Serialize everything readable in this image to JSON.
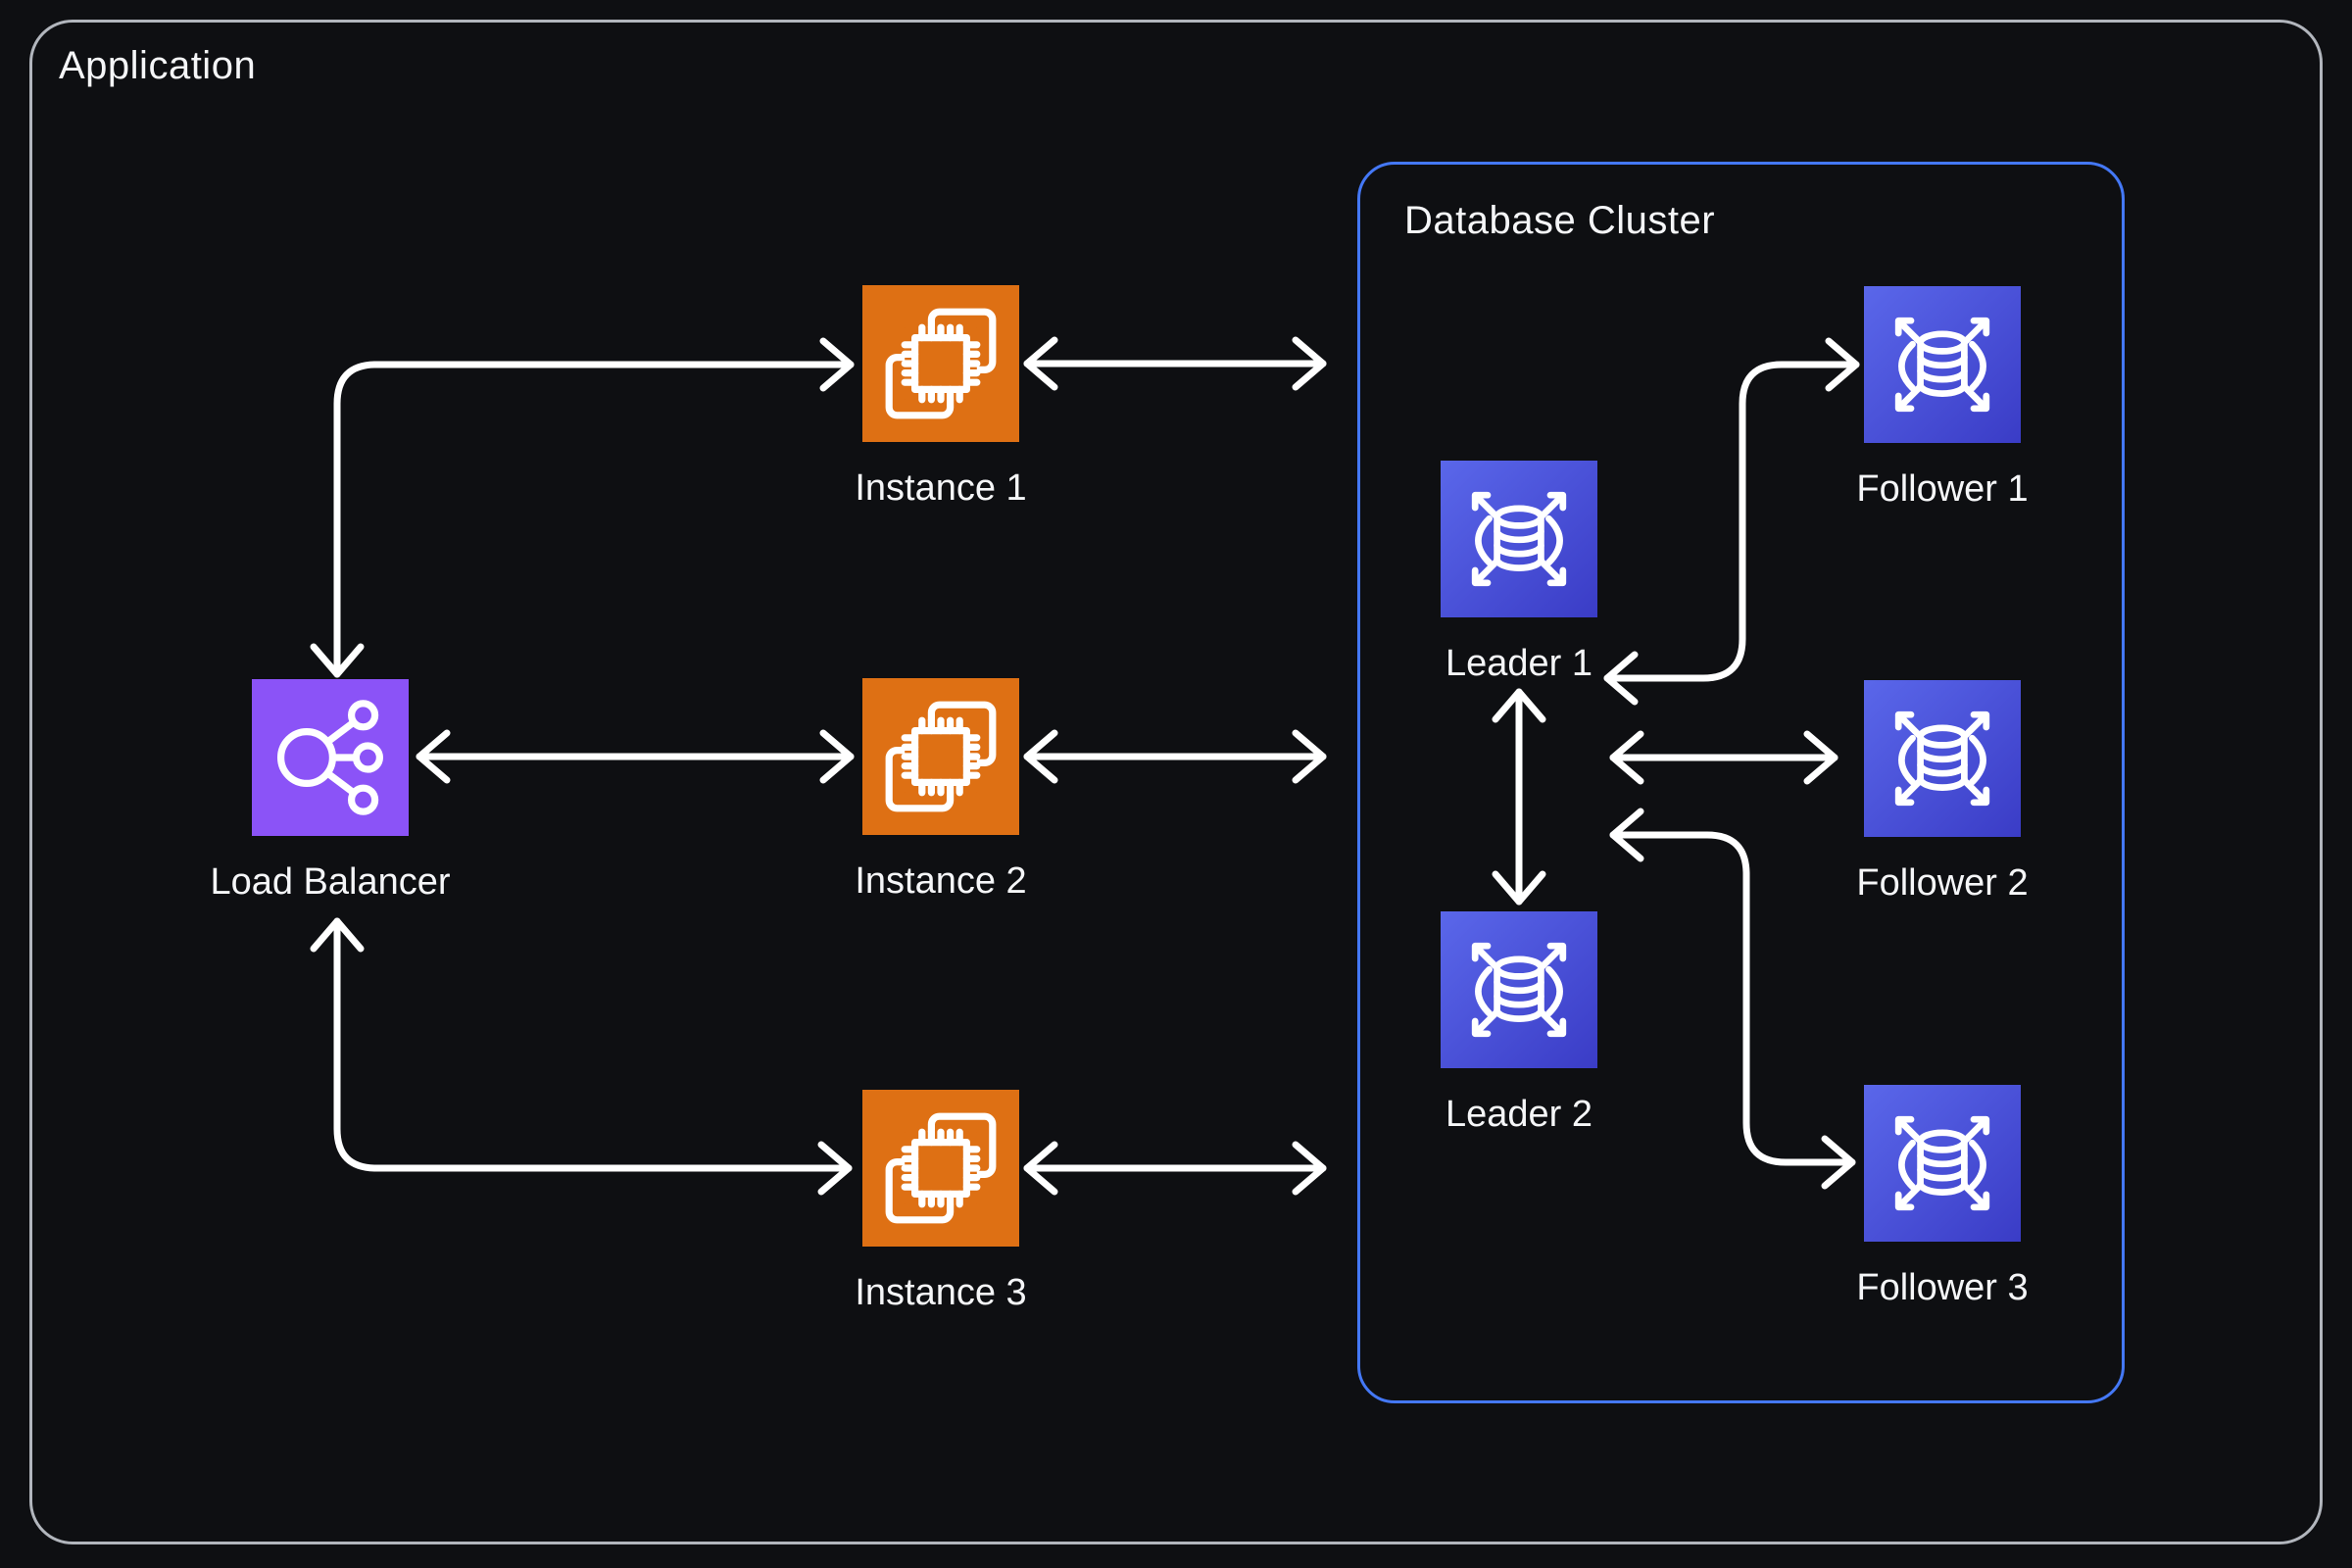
{
  "application": {
    "title": "Application"
  },
  "cluster": {
    "title": "Database Cluster"
  },
  "nodes": {
    "load_balancer": {
      "label": "Load Balancer",
      "icon": "load-balancer-icon"
    },
    "instance_1": {
      "label": "Instance 1",
      "icon": "compute-instance-icon"
    },
    "instance_2": {
      "label": "Instance 2",
      "icon": "compute-instance-icon"
    },
    "instance_3": {
      "label": "Instance 3",
      "icon": "compute-instance-icon"
    },
    "leader_1": {
      "label": "Leader 1",
      "icon": "database-scale-icon"
    },
    "leader_2": {
      "label": "Leader 2",
      "icon": "database-scale-icon"
    },
    "follower_1": {
      "label": "Follower 1",
      "icon": "database-scale-icon"
    },
    "follower_2": {
      "label": "Follower 2",
      "icon": "database-scale-icon"
    },
    "follower_3": {
      "label": "Follower 3",
      "icon": "database-scale-icon"
    }
  },
  "edges": [
    {
      "from": "load_balancer",
      "to": "instance_1",
      "bidirectional": true
    },
    {
      "from": "load_balancer",
      "to": "instance_2",
      "bidirectional": true
    },
    {
      "from": "load_balancer",
      "to": "instance_3",
      "bidirectional": true
    },
    {
      "from": "instance_1",
      "to": "database_cluster",
      "bidirectional": true
    },
    {
      "from": "instance_2",
      "to": "database_cluster",
      "bidirectional": true
    },
    {
      "from": "instance_3",
      "to": "database_cluster",
      "bidirectional": true
    },
    {
      "from": "leader_1",
      "to": "leader_2",
      "bidirectional": true
    },
    {
      "from": "leader_1",
      "to": "follower_1",
      "bidirectional": true
    },
    {
      "from": "leaders",
      "to": "follower_2",
      "bidirectional": true
    },
    {
      "from": "leaders",
      "to": "follower_3",
      "bidirectional": true
    }
  ],
  "colors": {
    "bg": "#0e0f12",
    "app_border": "#b2b6bd",
    "cluster_border": "#4478f6",
    "purple": "#8b53f7",
    "orange": "#de7014",
    "db_light": "#5a67ea",
    "db_dark": "#3a3cc6",
    "arrow": "#ffffff",
    "text": "#f5f6f8"
  }
}
